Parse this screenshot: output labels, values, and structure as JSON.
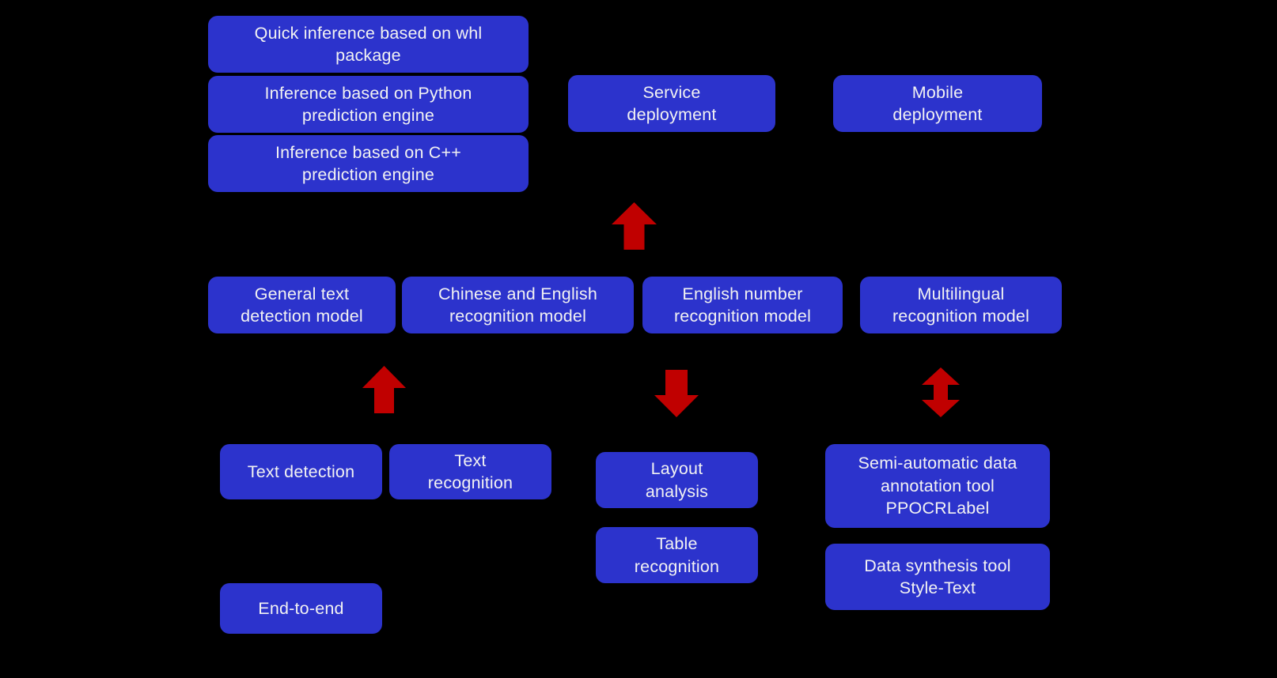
{
  "diagram": {
    "title": "PaddleOCR architecture diagram",
    "colors": {
      "background": "#000000",
      "node": "#2C33CC",
      "text": "#F2F2F2",
      "arrow": "#C00000"
    },
    "nodes": {
      "whl_package": "Quick inference based on whl\npackage",
      "python_engine": "Inference based on Python\nprediction engine",
      "cpp_engine": "Inference based on C++\nprediction engine",
      "service_deployment": "Service\ndeployment",
      "mobile_deployment": "Mobile\ndeployment",
      "general_text_detection": "General text\ndetection model",
      "chinese_english_recognition": "Chinese and English\nrecognition model",
      "english_number_recognition": "English number\nrecognition model",
      "multilingual_recognition": "Multilingual\nrecognition model",
      "text_detection": "Text detection",
      "text_recognition": "Text\nrecognition",
      "layout_analysis": "Layout\nanalysis",
      "table_recognition": "Table\nrecognition",
      "ppocrlabel": "Semi-automatic data\nannotation tool\nPPOCRLabel",
      "style_text": "Data synthesis tool\nStyle-Text",
      "end_to_end": "End-to-end"
    },
    "arrows": {
      "deployment_arrow": "up",
      "detection_arrow": "up",
      "layout_arrow": "down",
      "annotation_arrow": "up-down"
    }
  }
}
